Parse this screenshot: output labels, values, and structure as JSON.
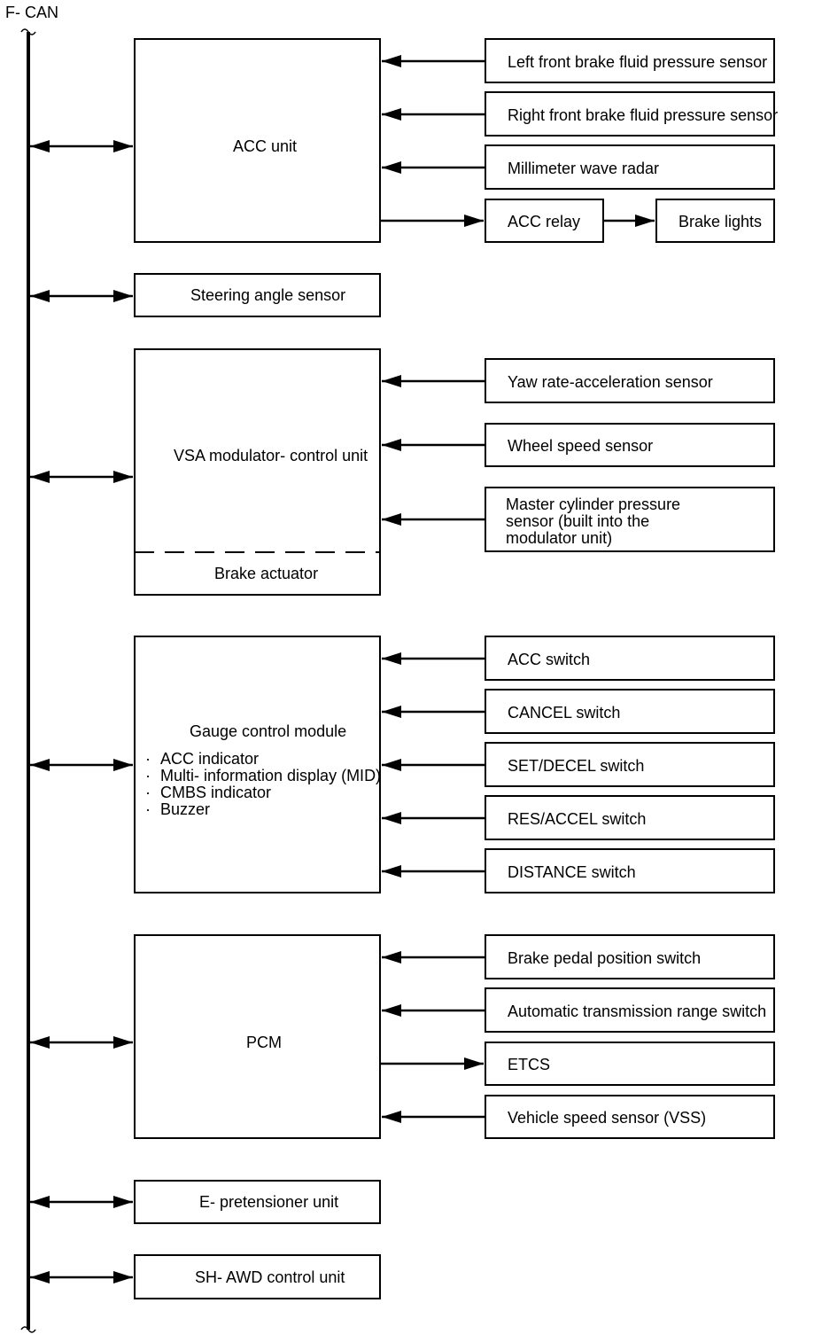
{
  "bus": {
    "label": "F- CAN"
  },
  "units": {
    "acc": {
      "label": "ACC unit"
    },
    "steering": {
      "label": "Steering angle sensor"
    },
    "vsa": {
      "label": "VSA modulator- control unit",
      "sub_label": "Brake actuator"
    },
    "gauge": {
      "label": "Gauge control module",
      "items": [
        "ACC indicator",
        "Multi- information display (MID)",
        "CMBS indicator",
        "Buzzer"
      ],
      "bullet": "·"
    },
    "pcm": {
      "label": "PCM"
    },
    "epretensioner": {
      "label": "E- pretensioner unit"
    },
    "shawd": {
      "label": "SH- AWD control unit"
    }
  },
  "peripherals": {
    "lf_brake_sensor": "Left front brake fluid pressure sensor",
    "rf_brake_sensor": "Right front brake fluid pressure sensor",
    "radar": "Millimeter wave radar",
    "acc_relay": "ACC relay",
    "brake_lights": "Brake lights",
    "yaw_sensor": "Yaw rate-acceleration sensor",
    "wheel_speed": "Wheel speed sensor",
    "master_cyl": [
      "Master cylinder pressure",
      "sensor (built into the",
      "modulator unit)"
    ],
    "acc_switch": "ACC switch",
    "cancel_switch": "CANCEL switch",
    "set_switch": "SET/DECEL switch",
    "res_switch": "RES/ACCEL switch",
    "distance_switch": "DISTANCE switch",
    "brake_pedal": "Brake pedal position switch",
    "at_range": "Automatic transmission range switch",
    "etcs": "ETCS",
    "vss": "Vehicle speed sensor (VSS)"
  }
}
